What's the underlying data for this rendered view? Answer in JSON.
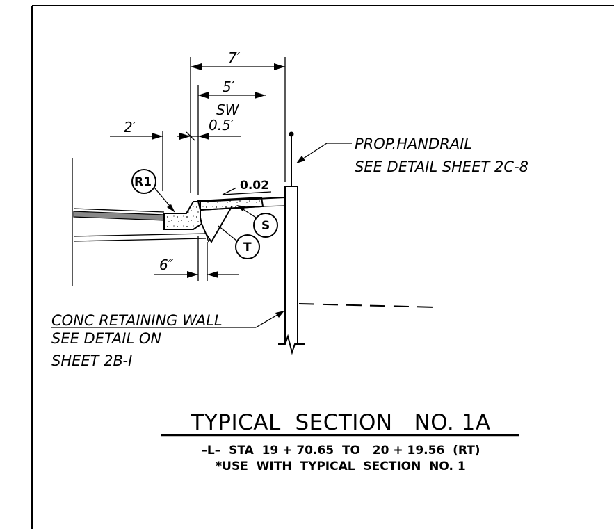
{
  "dimensions": {
    "overall": "7′",
    "sidewalk": "5′",
    "sidewalk_label": "SW",
    "offset": "0.5′",
    "curb": "2′",
    "base": "6″"
  },
  "slope": "0.02",
  "callouts": {
    "curb": "R1",
    "surface": "S",
    "base": "T"
  },
  "notes": {
    "handrail_line1": "PROP.HANDRAIL",
    "handrail_line2": "SEE  DETAIL  SHEET  2C-8",
    "wall_line1": "CONC  RETAINING  WALL",
    "wall_line2": "SEE  DETAIL  ON",
    "wall_line3": "SHEET  2B-I"
  },
  "title": "TYPICAL  SECTION   NO. 1A",
  "subtitle_line1": "–L–  STA  19 + 70.65  TO   20 + 19.56  (RT)",
  "subtitle_line2": "*USE  WITH  TYPICAL  SECTION  NO. 1"
}
